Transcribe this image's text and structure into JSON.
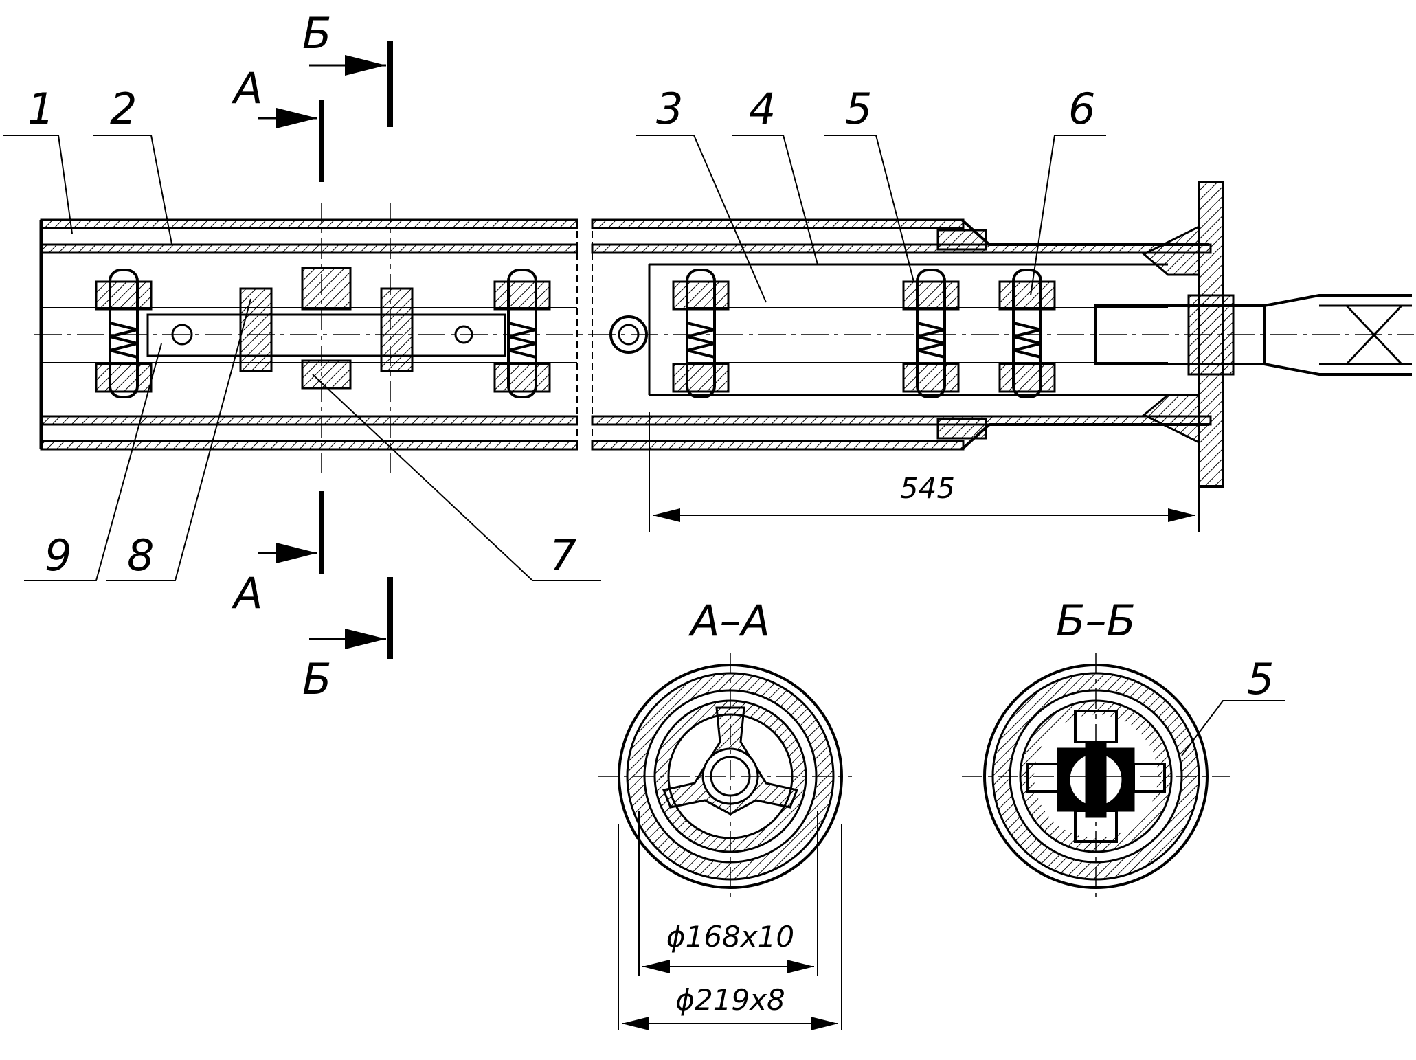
{
  "labels": {
    "p1": "1",
    "p2": "2",
    "p3": "3",
    "p4": "4",
    "p5": "5",
    "p6": "6",
    "p7": "7",
    "p8": "8",
    "p9": "9",
    "p5b": "5"
  },
  "section_marks": {
    "a_top": "А",
    "a_bottom": "А",
    "b_top": "Б",
    "b_bottom": "Б"
  },
  "section_titles": {
    "aa": "А–А",
    "bb": "Б–Б"
  },
  "dimensions": {
    "length": "545",
    "inner_tube": "ϕ168x10",
    "outer_tube": "ϕ219x8"
  }
}
